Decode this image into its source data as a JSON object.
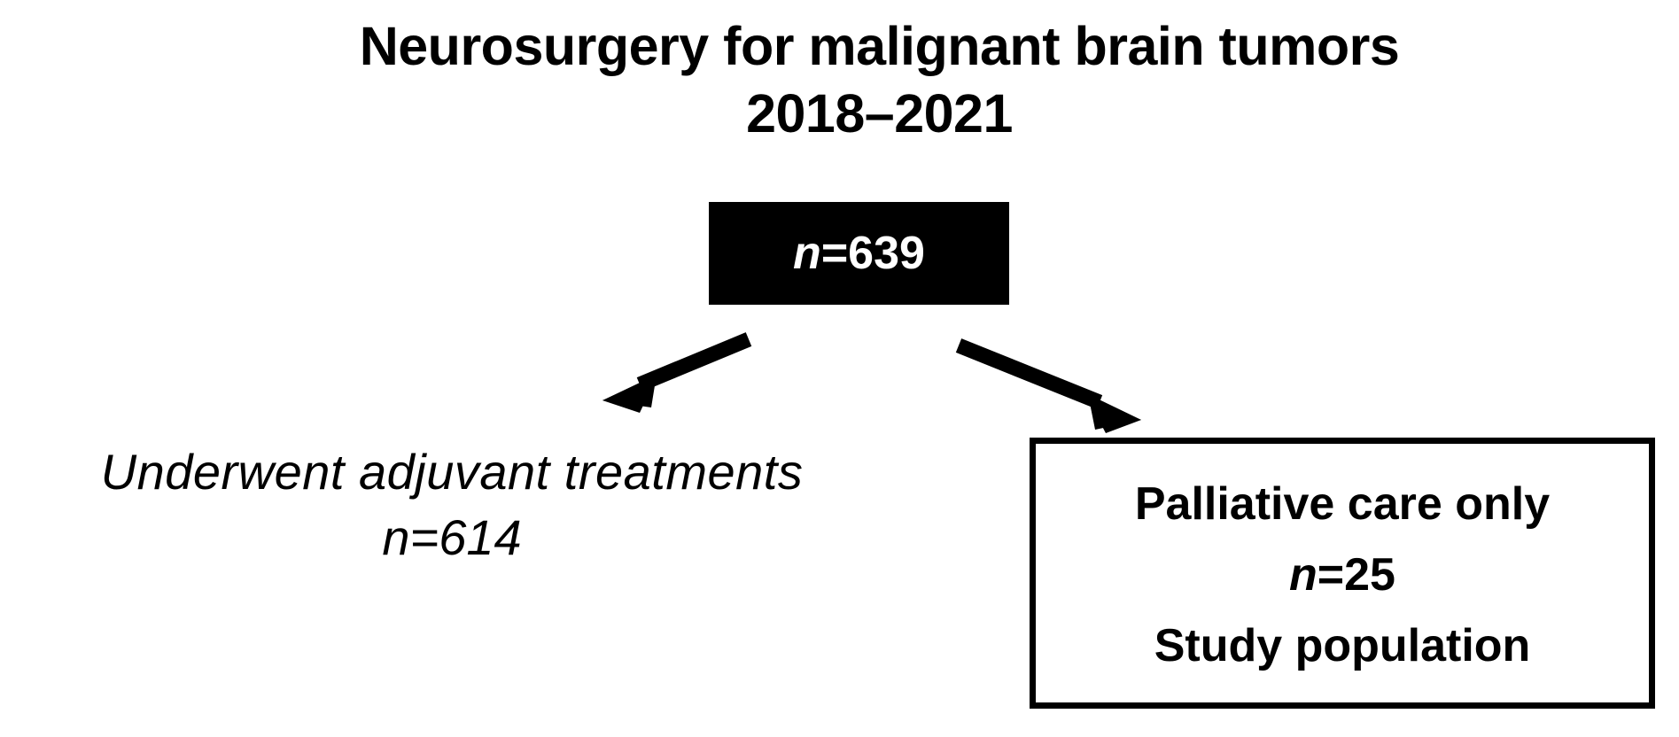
{
  "figure": {
    "type": "flowchart",
    "orientation": "top-down",
    "background_color": "#ffffff",
    "title": {
      "line1": "Neurosurgery for malignant brain tumors",
      "line2": "2018–2021"
    },
    "root_node": {
      "label_prefix": "n",
      "label_value": "=639",
      "count": 639,
      "fill_color": "#000000",
      "text_color": "#ffffff"
    },
    "branches": [
      {
        "id": "adjuvant",
        "style": "plain-text-italic",
        "line1": "Underwent  adjuvant  treatments",
        "label_prefix": "n",
        "label_value": "=614",
        "count": 614,
        "arrow": "arrow-down-left"
      },
      {
        "id": "palliative",
        "style": "outlined-box",
        "line1": "Palliative care only",
        "label_prefix": "n",
        "label_value": "=25",
        "count": 25,
        "line3": "Study population",
        "border_color": "#000000",
        "fill_color": "#ffffff",
        "arrow": "arrow-down-right"
      }
    ]
  }
}
